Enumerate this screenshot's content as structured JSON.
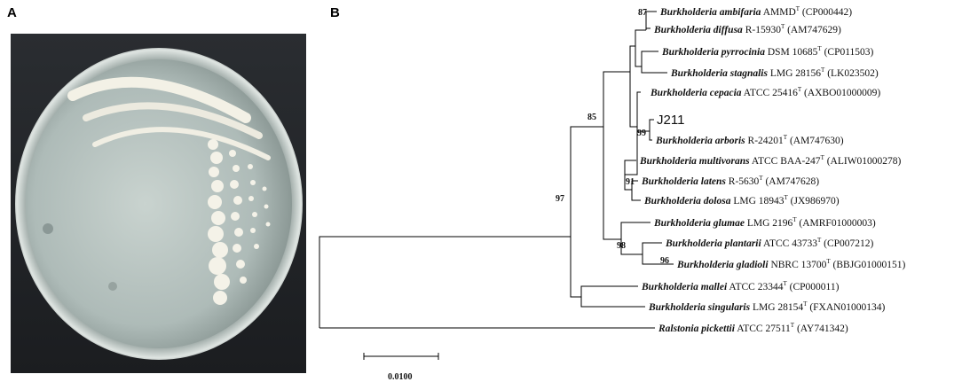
{
  "panel_a": {
    "label": "A"
  },
  "panel_b": {
    "label": "B"
  },
  "taxa": [
    {
      "genus_species": "Burkholderia ambifaria",
      "strain": "AMMD",
      "type_mark": "T",
      "accession": "(CP000442)"
    },
    {
      "genus_species": "Burkholderia diffusa",
      "strain": "R-15930",
      "type_mark": "T",
      "accession": "(AM747629)"
    },
    {
      "genus_species": "Burkholderia pyrrocinia",
      "strain": "DSM 10685",
      "type_mark": "T",
      "accession": "(CP011503)"
    },
    {
      "genus_species": "Burkholderia stagnalis",
      "strain": "LMG 28156",
      "type_mark": "T",
      "accession": "(LK023502)"
    },
    {
      "genus_species": "Burkholderia cepacia",
      "strain": "ATCC 25416",
      "type_mark": "T",
      "accession": "(AXBO01000009)"
    },
    {
      "genus_species": "",
      "strain": "J211",
      "type_mark": "",
      "accession": ""
    },
    {
      "genus_species": "Burkholderia arboris",
      "strain": "R-24201",
      "type_mark": "T",
      "accession": "(AM747630)"
    },
    {
      "genus_species": "Burkholderia multivorans",
      "strain": "ATCC BAA-247",
      "type_mark": "T",
      "accession": "(ALIW01000278)"
    },
    {
      "genus_species": "Burkholderia latens",
      "strain": "R-5630",
      "type_mark": "T",
      "accession": "(AM747628)"
    },
    {
      "genus_species": "Burkholderia dolosa",
      "strain": "LMG 18943",
      "type_mark": "T",
      "accession": "(JX986970)"
    },
    {
      "genus_species": "Burkholderia glumae",
      "strain": "LMG 2196",
      "type_mark": "T",
      "accession": "(AMRF01000003)"
    },
    {
      "genus_species": "Burkholderia plantarii",
      "strain": "ATCC 43733",
      "type_mark": "T",
      "accession": "(CP007212)"
    },
    {
      "genus_species": "Burkholderia gladioli",
      "strain": "NBRC 13700",
      "type_mark": "T",
      "accession": "(BBJG01000151)"
    },
    {
      "genus_species": "Burkholderia mallei",
      "strain": "ATCC 23344",
      "type_mark": "T",
      "accession": "(CP000011)"
    },
    {
      "genus_species": "Burkholderia singularis",
      "strain": "LMG 28154",
      "type_mark": "T",
      "accession": "(FXAN01000134)"
    },
    {
      "genus_species": "Ralstonia pickettii",
      "strain": "ATCC 27511",
      "type_mark": "T",
      "accession": "(AY741342)"
    }
  ],
  "bootstrap": {
    "b87": "87",
    "b85": "85",
    "b99": "99",
    "b97": "97",
    "b91": "91",
    "b98": "98",
    "b96": "96"
  },
  "scale_bar": {
    "label": "0.0100"
  }
}
